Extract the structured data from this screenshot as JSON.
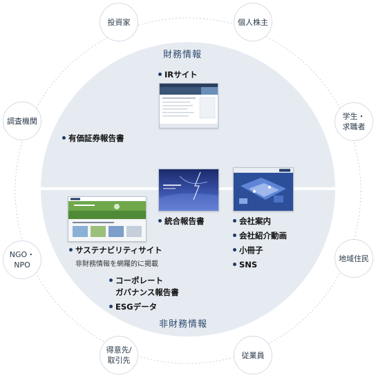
{
  "stakeholders": {
    "investors": "投資家",
    "individual_shareholders": "個人株主",
    "research_institutions": "調査機関",
    "students": "学生・\n求職者",
    "ngo_npo": "NGO・\nNPO",
    "local_residents": "地域住民",
    "business_partners": "得意先/\n取引先",
    "employees": "従業員"
  },
  "sections": {
    "financial": "財務情報",
    "non_financial": "非財務情報"
  },
  "items": {
    "ir_site": "IRサイト",
    "securities_report": "有価証券報告書",
    "integrated_report": "統合報告書",
    "sustainability_site": "サステナビリティサイト",
    "sustainability_note": "非財務情報を網羅的に掲載",
    "governance_report": "コーポレート\nガバナンス報告書",
    "esg_data": "ESGデータ",
    "company_profile": "会社案内",
    "company_video": "会社紹介動画",
    "booklet": "小冊子",
    "sns": "SNS"
  },
  "colors": {
    "circle_fill": "#e6ebf1",
    "navy": "#1f3b66",
    "title_blue": "#2e4a6e"
  }
}
